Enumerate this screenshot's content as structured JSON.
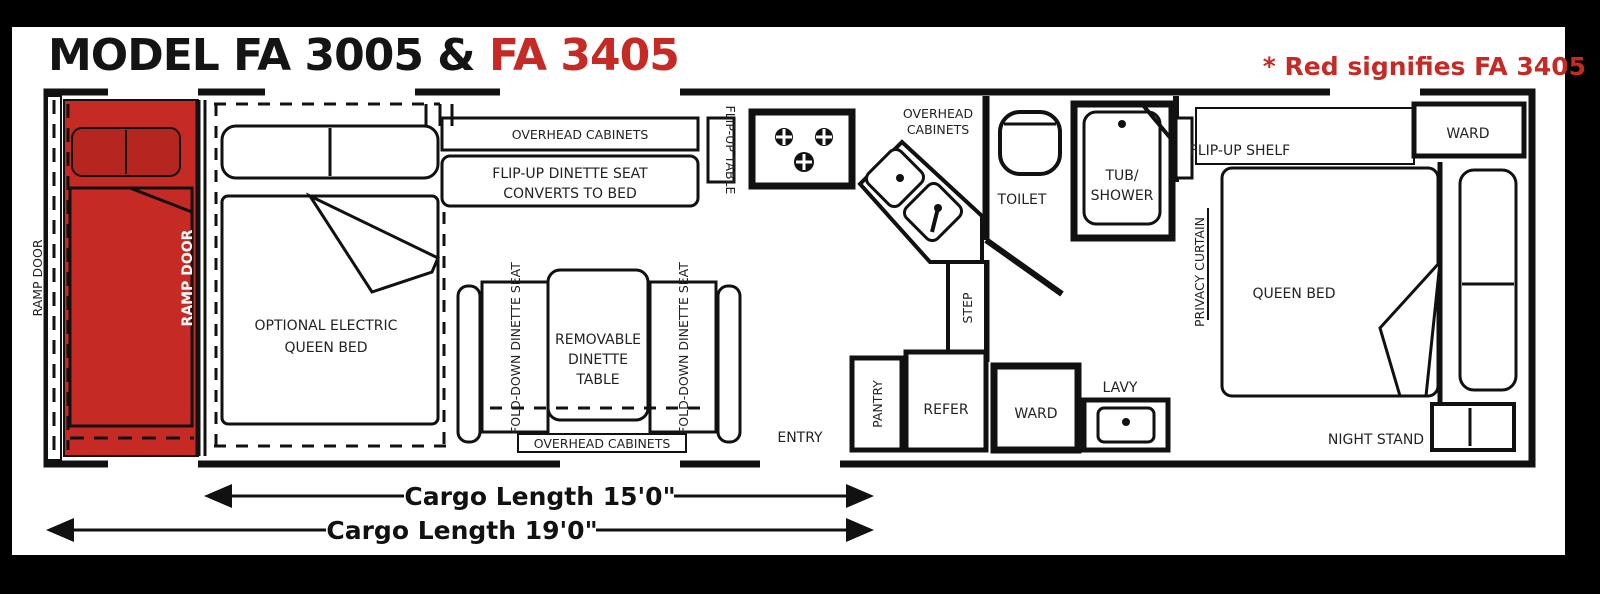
{
  "header": {
    "title_prefix": "MODEL FA 3005 & ",
    "title_red": "FA 3405",
    "note": "* Red signifies FA 3405"
  },
  "labels": {
    "ramp_door_outer": "RAMP DOOR",
    "ramp_door_inner": "RAMP DOOR",
    "optional_bed_1": "OPTIONAL ELECTRIC",
    "optional_bed_2": "QUEEN BED",
    "overhead_cabinets_top": "OVERHEAD CABINETS",
    "dinette_seat_1": "FLIP-UP DINETTE SEAT",
    "dinette_seat_2": "CONVERTS TO BED",
    "flip_up_table": "FLIP-UP TABLE",
    "overhead_cabinets_kitchen_1": "OVERHEAD",
    "overhead_cabinets_kitchen_2": "CABINETS",
    "fold_down_seat_left": "FOLD-DOWN DINETTE SEAT",
    "removable_table_1": "REMOVABLE",
    "removable_table_2": "DINETTE",
    "removable_table_3": "TABLE",
    "fold_down_seat_right": "FOLD-DOWN DINETTE SEAT",
    "overhead_cabinets_bottom": "OVERHEAD CABINETS",
    "entry": "ENTRY",
    "step": "STEP",
    "pantry": "PANTRY",
    "refer": "REFER",
    "ward_mid": "WARD",
    "lavy": "LAVY",
    "toilet": "TOILET",
    "tub_shower_1": "TUB/",
    "tub_shower_2": "SHOWER",
    "flip_up_shelf": "FLIP-UP SHELF",
    "privacy_curtain": "PRIVACY CURTAIN",
    "queen_bed": "QUEEN BED",
    "ward_top": "WARD",
    "night_stand": "NIGHT STAND"
  },
  "dimensions": {
    "cargo_15": "Cargo Length 15'0\"",
    "cargo_19": "Cargo Length 19'0\""
  },
  "colors": {
    "accent_red": "#c62a24",
    "wall": "#111111"
  }
}
